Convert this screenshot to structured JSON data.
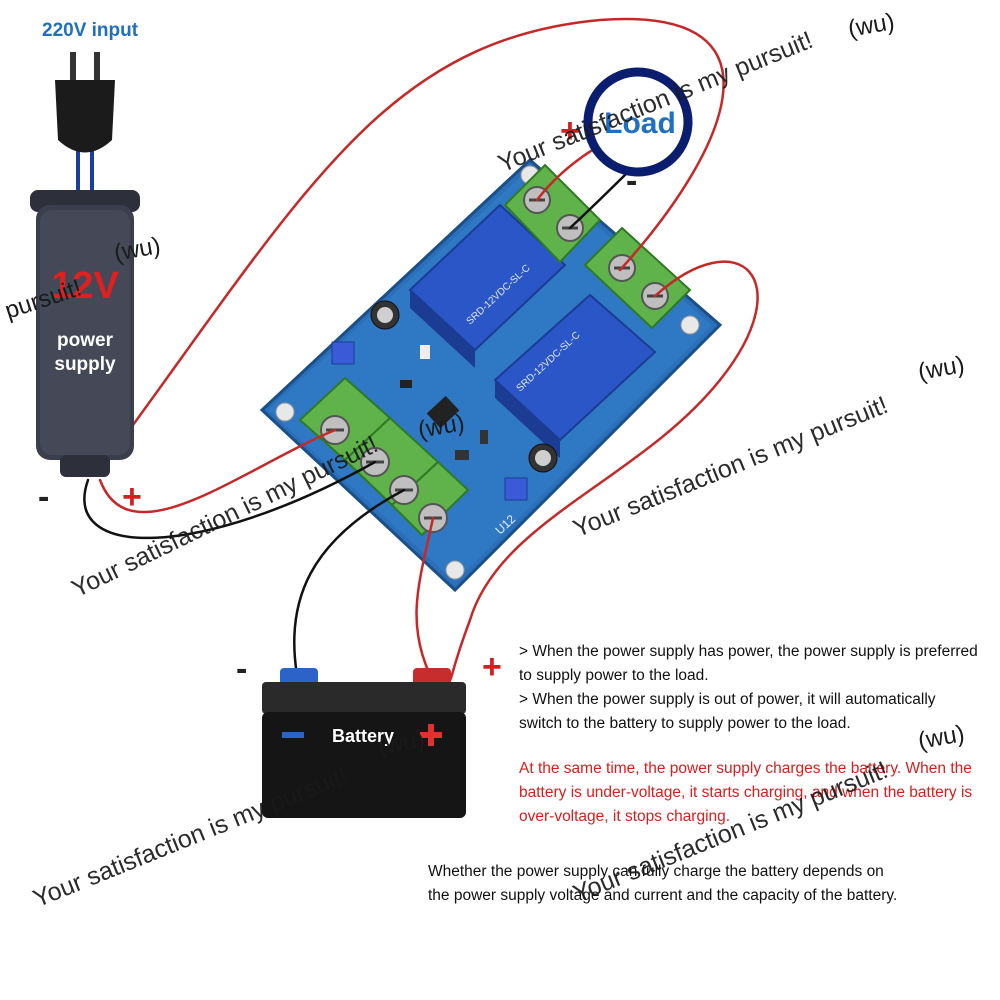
{
  "input_label": "220V input",
  "power_supply": {
    "voltage": "12V",
    "line1": "power",
    "line2": "supply"
  },
  "load_label": "Load",
  "battery_label": "Battery",
  "polarity": {
    "minus": "-",
    "plus": "+"
  },
  "notes": [
    "> When the power supply has power, the power supply is preferred to supply power to the load.",
    "> When the power supply is out of power, it will automatically switch to the battery to supply power to the load."
  ],
  "red_note": "At the same time, the power supply charges the battery. When the battery is under-voltage, it starts charging, and when the battery is over-voltage, it stops charging.",
  "gray_note": "Whether the power supply can fully charge the battery depends on the power supply voltage and current and the capacity of the battery.",
  "watermark": {
    "text": "Your satisfaction is my pursuit!",
    "short": "pursuit!",
    "tag": "(wu)"
  },
  "board_text": {
    "relay1": "SRD-12VDC-SL-C",
    "relay2": "SRD-12VDC-SL-C",
    "label": "U12"
  },
  "colors": {
    "red_wire": "#c62828",
    "black_wire": "#111111",
    "pcb": "#1d5fa8",
    "terminal": "#5fb34a",
    "title_blue": "#1f6fc2",
    "note_red": "#d71e1e"
  }
}
